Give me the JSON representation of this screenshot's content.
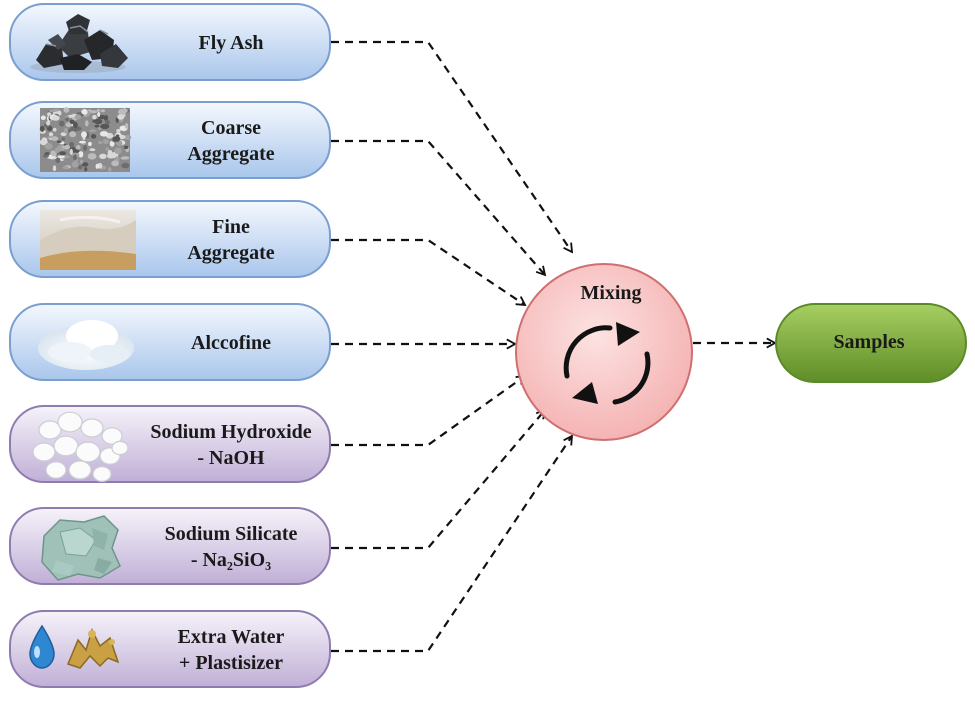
{
  "inputs": [
    {
      "id": "fly-ash",
      "lines": [
        "Fly Ash"
      ],
      "icon": "coal-lumps-icon",
      "group": "blue"
    },
    {
      "id": "coarse-aggregate",
      "lines": [
        "Coarse",
        "Aggregate"
      ],
      "icon": "gravel-icon",
      "group": "blue"
    },
    {
      "id": "fine-aggregate",
      "lines": [
        "Fine",
        "Aggregate"
      ],
      "icon": "sand-icon",
      "group": "blue"
    },
    {
      "id": "alccofine",
      "lines": [
        "Alccofine"
      ],
      "icon": "powder-icon",
      "group": "blue"
    },
    {
      "id": "sodium-hydroxide",
      "lines": [
        "Sodium Hydroxide",
        "- NaOH"
      ],
      "icon": "pellets-icon",
      "group": "purple"
    },
    {
      "id": "sodium-silicate",
      "lines": [
        "Sodium Silicate",
        "- Na₂SiO₃"
      ],
      "icon": "glass-crystals-icon",
      "group": "purple"
    },
    {
      "id": "extra-water",
      "lines": [
        "Extra Water",
        "+ Plastisizer"
      ],
      "icon": "water-drop-icon",
      "group": "purple"
    }
  ],
  "process": {
    "label": "Mixing",
    "icon": "cycle-arrows-icon"
  },
  "output": {
    "label": "Samples"
  },
  "colors": {
    "blue_fill_top": "#f4f8fd",
    "blue_fill_bottom": "#a9c6ec",
    "blue_stroke": "#7a9ed0",
    "purple_fill_top": "#f6f3fa",
    "purple_fill_bottom": "#c0afd6",
    "purple_stroke": "#8e7cb0",
    "mix_fill": "#f7c4c4",
    "mix_stroke": "#cf6f6f",
    "out_fill_top": "#a7cf62",
    "out_fill_bottom": "#5f8d27",
    "out_stroke": "#5a8a28"
  }
}
